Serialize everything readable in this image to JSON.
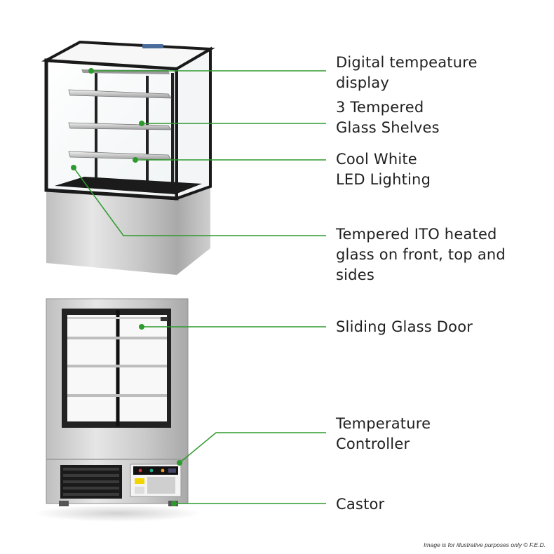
{
  "accent_color": "#2e9a2e",
  "features": [
    {
      "name": "digital-temperature-display",
      "lines": [
        "Digital tempeature",
        "display"
      ]
    },
    {
      "name": "tempered-glass-shelves",
      "lines": [
        "3 Tempered",
        "Glass Shelves"
      ]
    },
    {
      "name": "led-lighting",
      "lines": [
        "Cool White",
        "LED Lighting"
      ]
    },
    {
      "name": "heated-glass",
      "lines": [
        "Tempered ITO heated",
        "glass on front, top and",
        "sides"
      ]
    },
    {
      "name": "sliding-glass-door",
      "lines": [
        "Sliding Glass Door"
      ]
    },
    {
      "name": "temperature-controller",
      "lines": [
        "Temperature",
        "Controller"
      ]
    },
    {
      "name": "castor",
      "lines": [
        "Castor"
      ]
    }
  ],
  "disclaimer": "Image is for illustrative purposes only  © F.E.D."
}
